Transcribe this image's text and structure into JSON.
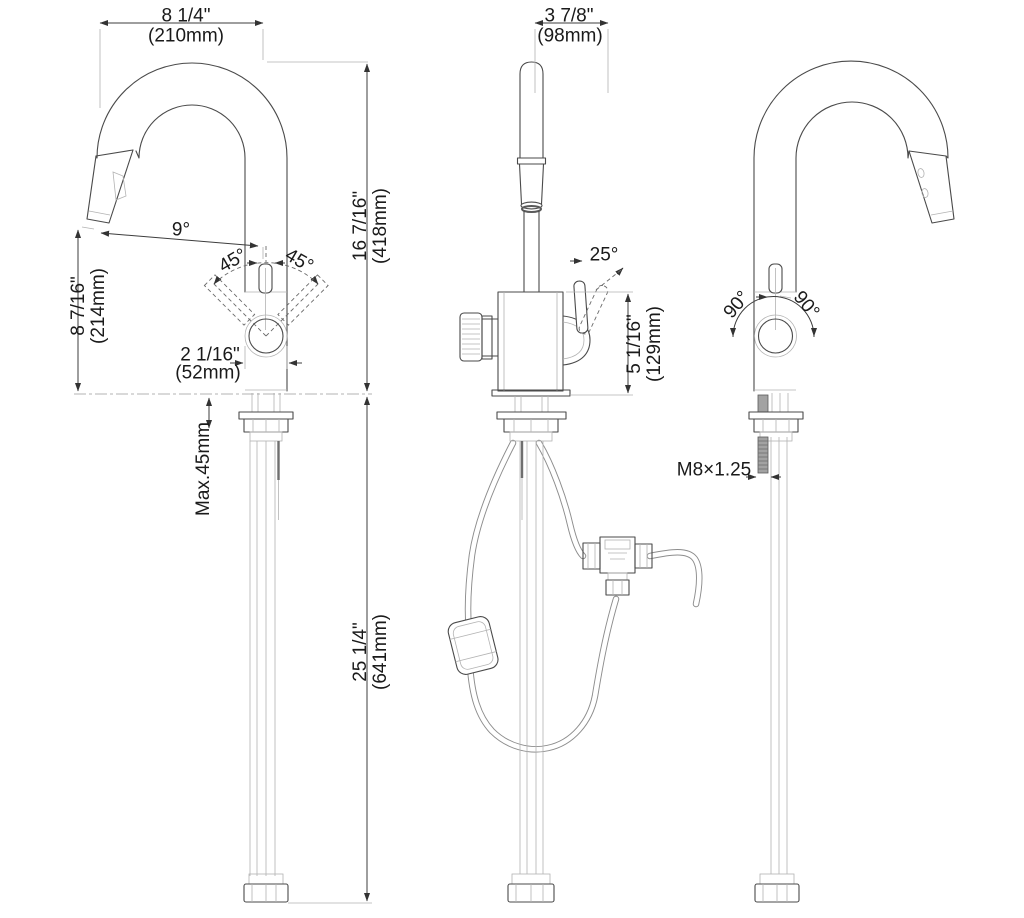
{
  "colors": {
    "background": "#ffffff",
    "line": "#4a4a4a",
    "light_line": "#b3b3b3",
    "dimension_line": "#3c3c3c",
    "text": "#1a1a1a"
  },
  "drawing": {
    "type": "faucet-technical-drawing",
    "views": [
      "side-view-left",
      "front-view",
      "side-view-right"
    ]
  },
  "labels": {
    "spout_reach_in": "8 1/4\"",
    "spout_reach_mm": "(210mm)",
    "head_width_in": "3 7/8\"",
    "head_width_mm": "(98mm)",
    "height_above_counter_in": "16 7/16\"",
    "height_above_counter_mm": "(418mm)",
    "spout_height_in": "8 7/16\"",
    "spout_height_mm": "(214mm)",
    "spout_angle": "9°",
    "swivel_left": "45°",
    "swivel_right": "45°",
    "body_width_in": "2 1/16\"",
    "body_width_mm": "(52mm)",
    "max_counter_thickness": "Max.45mm",
    "hose_length_in": "25 1/4\"",
    "hose_length_mm": "(641mm)",
    "handle_angle": "25°",
    "handle_height_in": "5 1/16\"",
    "handle_height_mm": "(129mm)",
    "rotation_left": "90°",
    "rotation_right": "90°",
    "thread_spec": "M8×1.25"
  }
}
